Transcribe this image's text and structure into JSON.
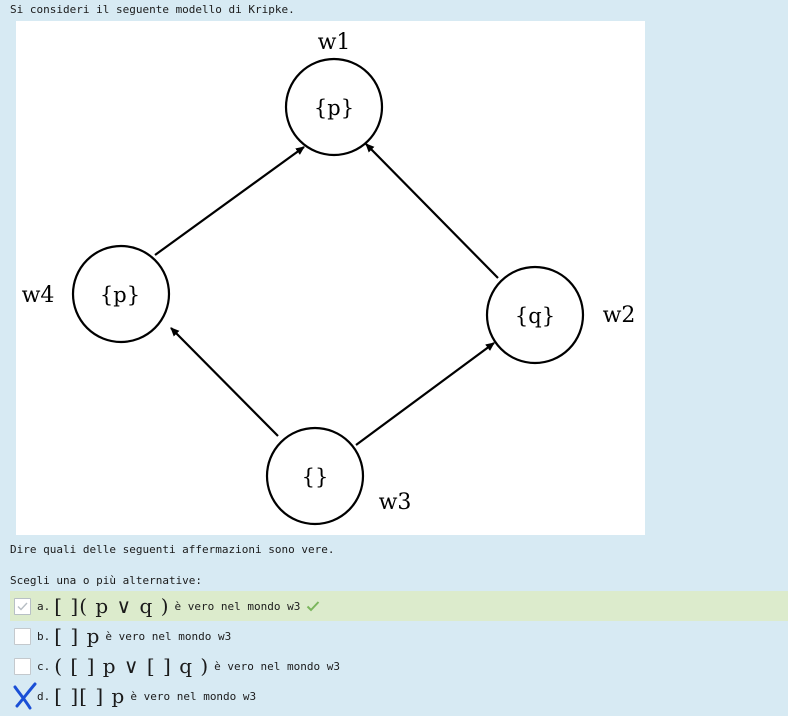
{
  "intro_text": "Si consideri il seguente modello di Kripke.",
  "graph": {
    "nodes": [
      {
        "id": "w1",
        "name": "w1",
        "label": "{p}"
      },
      {
        "id": "w2",
        "name": "w2",
        "label": "{q}"
      },
      {
        "id": "w3",
        "name": "w3",
        "label": "{}"
      },
      {
        "id": "w4",
        "name": "w4",
        "label": "{p}"
      }
    ],
    "edges": [
      {
        "from": "w4",
        "to": "w1"
      },
      {
        "from": "w2",
        "to": "w1"
      },
      {
        "from": "w3",
        "to": "w4"
      },
      {
        "from": "w3",
        "to": "w2"
      }
    ]
  },
  "prompt_text": "Dire quali delle seguenti affermazioni sono vere.",
  "choose_text": "Scegli una o più alternative:",
  "answers": [
    {
      "letter": "a.",
      "formula": "[ ]( p ∨ q )",
      "desc": "è vero nel mondo w3",
      "checked": true,
      "status": "correct"
    },
    {
      "letter": "b.",
      "formula": "[ ] p",
      "desc": "è vero nel mondo w3",
      "checked": false,
      "status": "none"
    },
    {
      "letter": "c.",
      "formula": "( [ ] p ∨ [ ] q )",
      "desc": "è vero nel mondo w3",
      "checked": false,
      "status": "none"
    },
    {
      "letter": "d.",
      "formula": "[ ][ ] p",
      "desc": "è vero nel mondo w3",
      "checked": false,
      "status": "handwritten-x"
    }
  ],
  "colors": {
    "background": "#d7eaf3",
    "correct_row": "#dcebcc",
    "check_green": "#7ab55c",
    "x_blue": "#1a4fd6"
  }
}
